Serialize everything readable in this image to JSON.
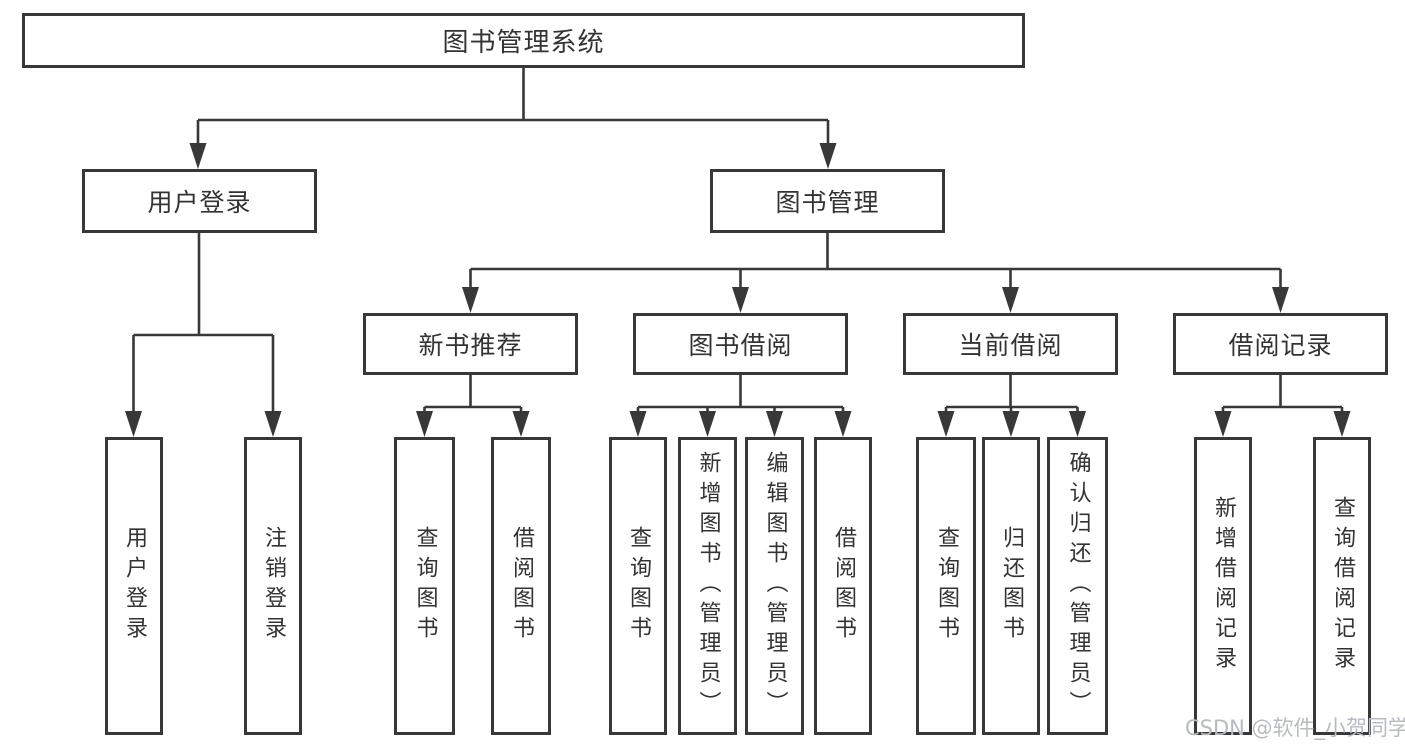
{
  "tree": {
    "root_label": "图书管理系统",
    "level2": [
      {
        "label": "用户登录",
        "children": [
          "用户登录",
          "注销登录"
        ]
      },
      {
        "label": "图书管理",
        "children": [
          {
            "label": "新书推荐",
            "children": [
              "查询图书",
              "借阅图书"
            ]
          },
          {
            "label": "图书借阅",
            "children": [
              "查询图书",
              "新增图书（管理员）",
              "编辑图书（管理员）",
              "借阅图书"
            ]
          },
          {
            "label": "当前借阅",
            "children": [
              "查询图书",
              "归还图书",
              "确认归还（管理员）"
            ]
          },
          {
            "label": "借阅记录",
            "children": [
              "新增借阅记录",
              "查询借阅记录"
            ]
          }
        ]
      }
    ]
  },
  "watermark": "CSDN @软件_小贺同学",
  "colors": {
    "line": "#383838",
    "text": "#333333",
    "watermark": "#b7bbc0",
    "background": "#ffffff"
  }
}
